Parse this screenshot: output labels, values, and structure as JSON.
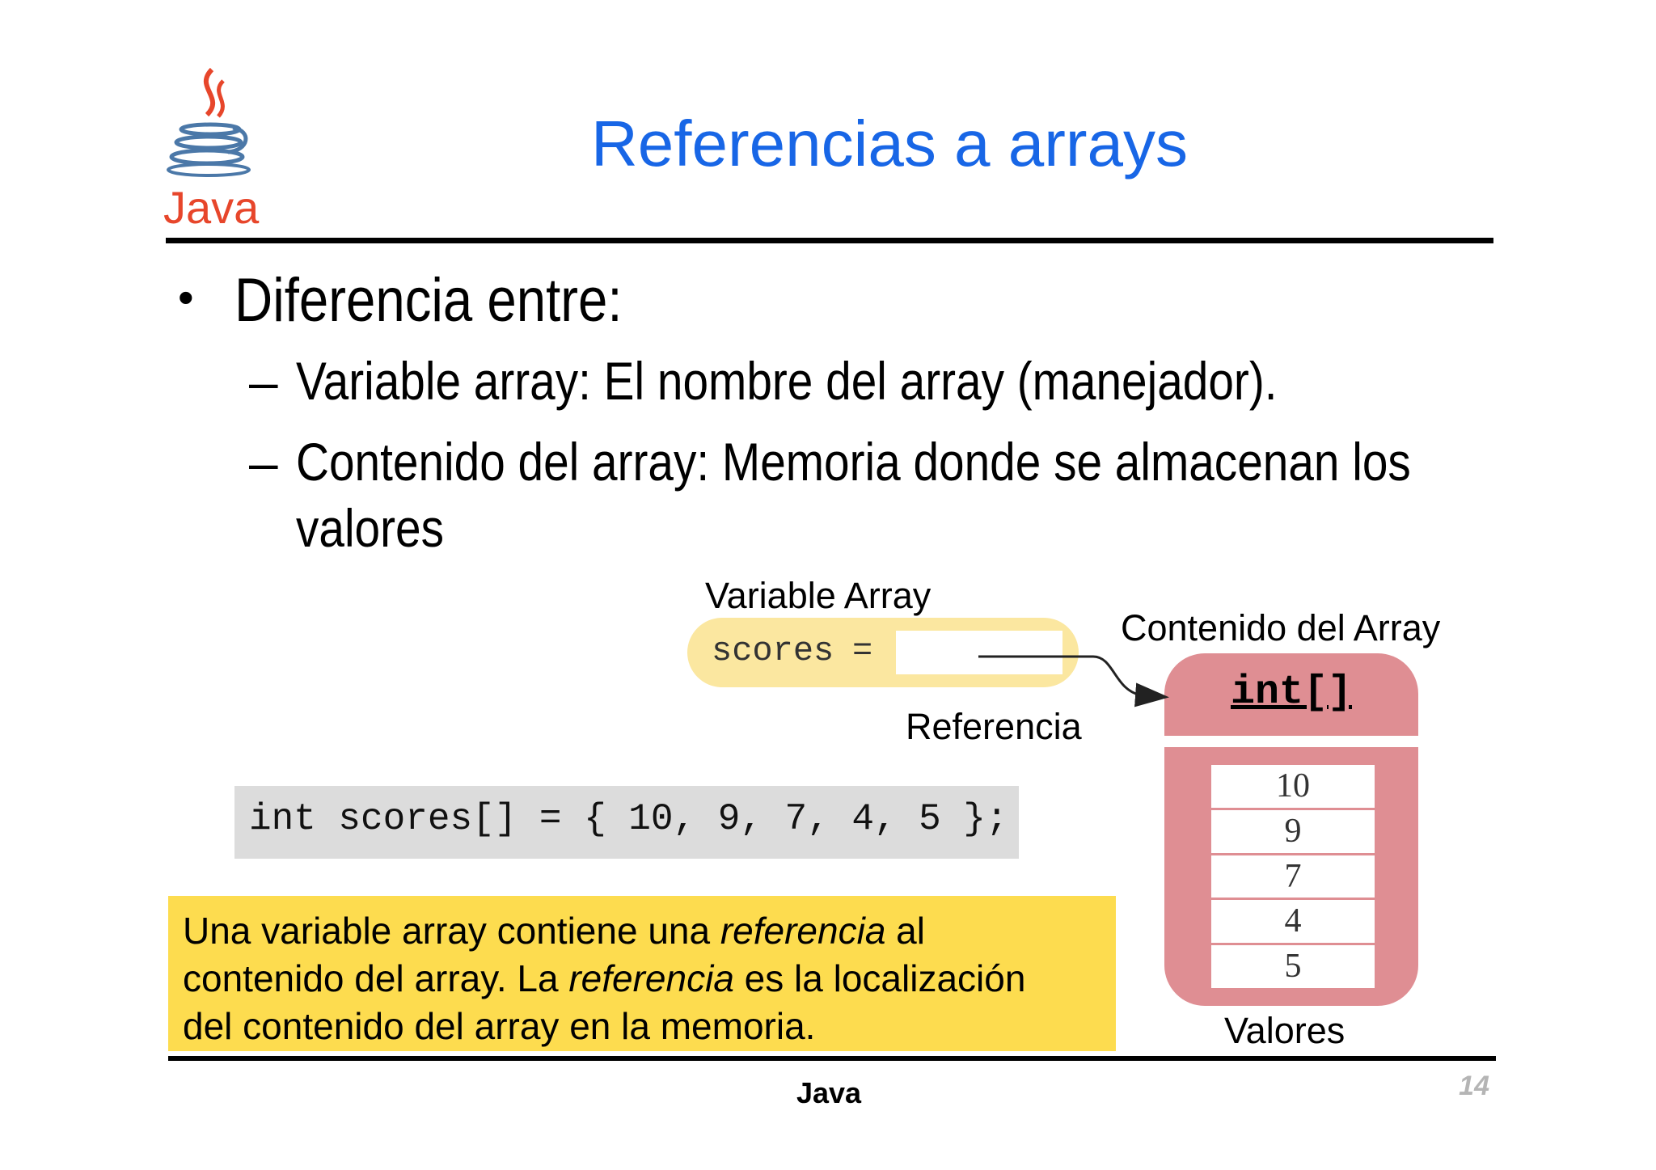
{
  "header": {
    "logo_text": "Java",
    "title": "Referencias a arrays"
  },
  "content": {
    "bullet": "Diferencia entre:",
    "sub_bullets": [
      "Variable array: El nombre del array (manejador).",
      "Contenido del array: Memoria donde se almacenan los",
      "valores"
    ]
  },
  "diagram": {
    "variable_label": "Variable Array",
    "variable_name": "scores",
    "equals": "=",
    "reference_label": "Referencia",
    "content_label": "Contenido del Array",
    "array_type": "int[]",
    "values": [
      "10",
      "9",
      "7",
      "4",
      "5"
    ],
    "values_label": "Valores"
  },
  "code": "int scores[] = { 10, 9, 7, 4, 5 };",
  "note": {
    "line1_a": "Una variable array contiene una ",
    "line1_em": "referencia",
    "line1_b": " al",
    "line2_a": "contenido del array.  La ",
    "line2_em": "referencia",
    "line2_b": " es la localización",
    "line3": "del contenido del array en la memoria."
  },
  "footer": {
    "label": "Java",
    "page_number": "14"
  },
  "colors": {
    "title": "#1866e6",
    "variable_pill": "#fbe7a0",
    "array_box": "#df8e93",
    "code_background": "#dcdcdc",
    "note_background": "#fddc4f",
    "page_number": "#b5b5b5"
  }
}
